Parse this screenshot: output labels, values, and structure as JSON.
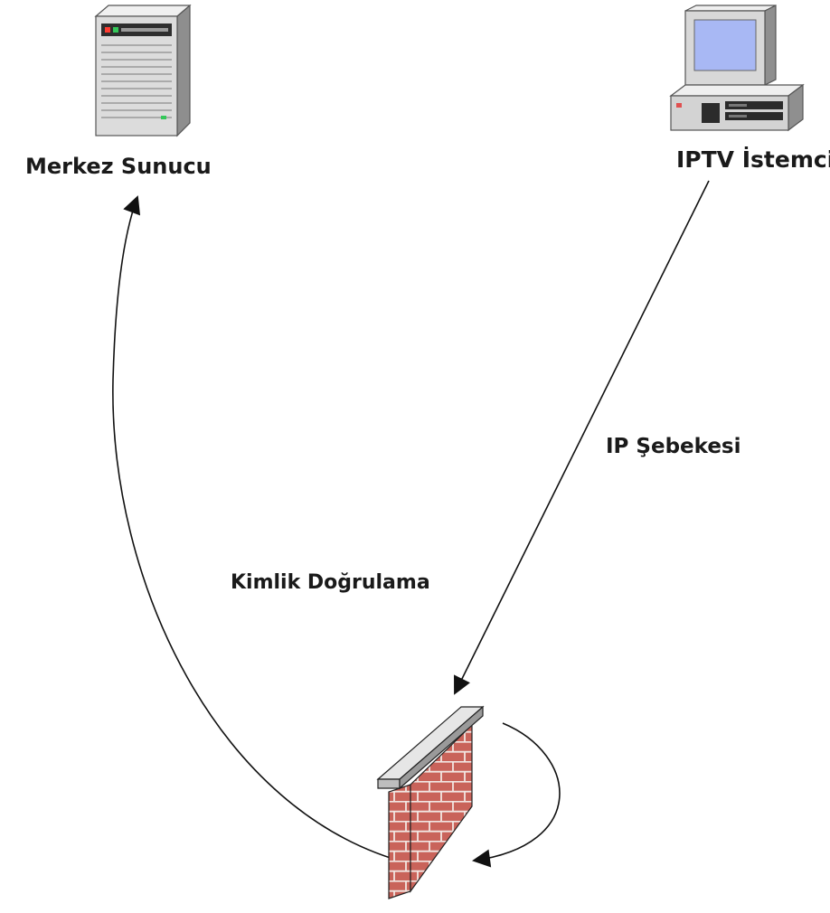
{
  "nodes": {
    "server": {
      "label": "Merkez Sunucu",
      "icon": "server-tower-icon"
    },
    "client": {
      "label": "IPTV İstemci",
      "icon": "desktop-computer-icon"
    },
    "firewall": {
      "icon": "firewall-brick-wall-icon"
    }
  },
  "edges": {
    "network": {
      "label": "IP Şebekesi"
    },
    "authentication": {
      "label": "Kimlik Doğrulama"
    }
  },
  "colors": {
    "line": "#111111",
    "brick": "#c9635a",
    "mortar": "#f2e6e2",
    "screen": "#a8b8f4",
    "case": "#d3d3d3"
  }
}
